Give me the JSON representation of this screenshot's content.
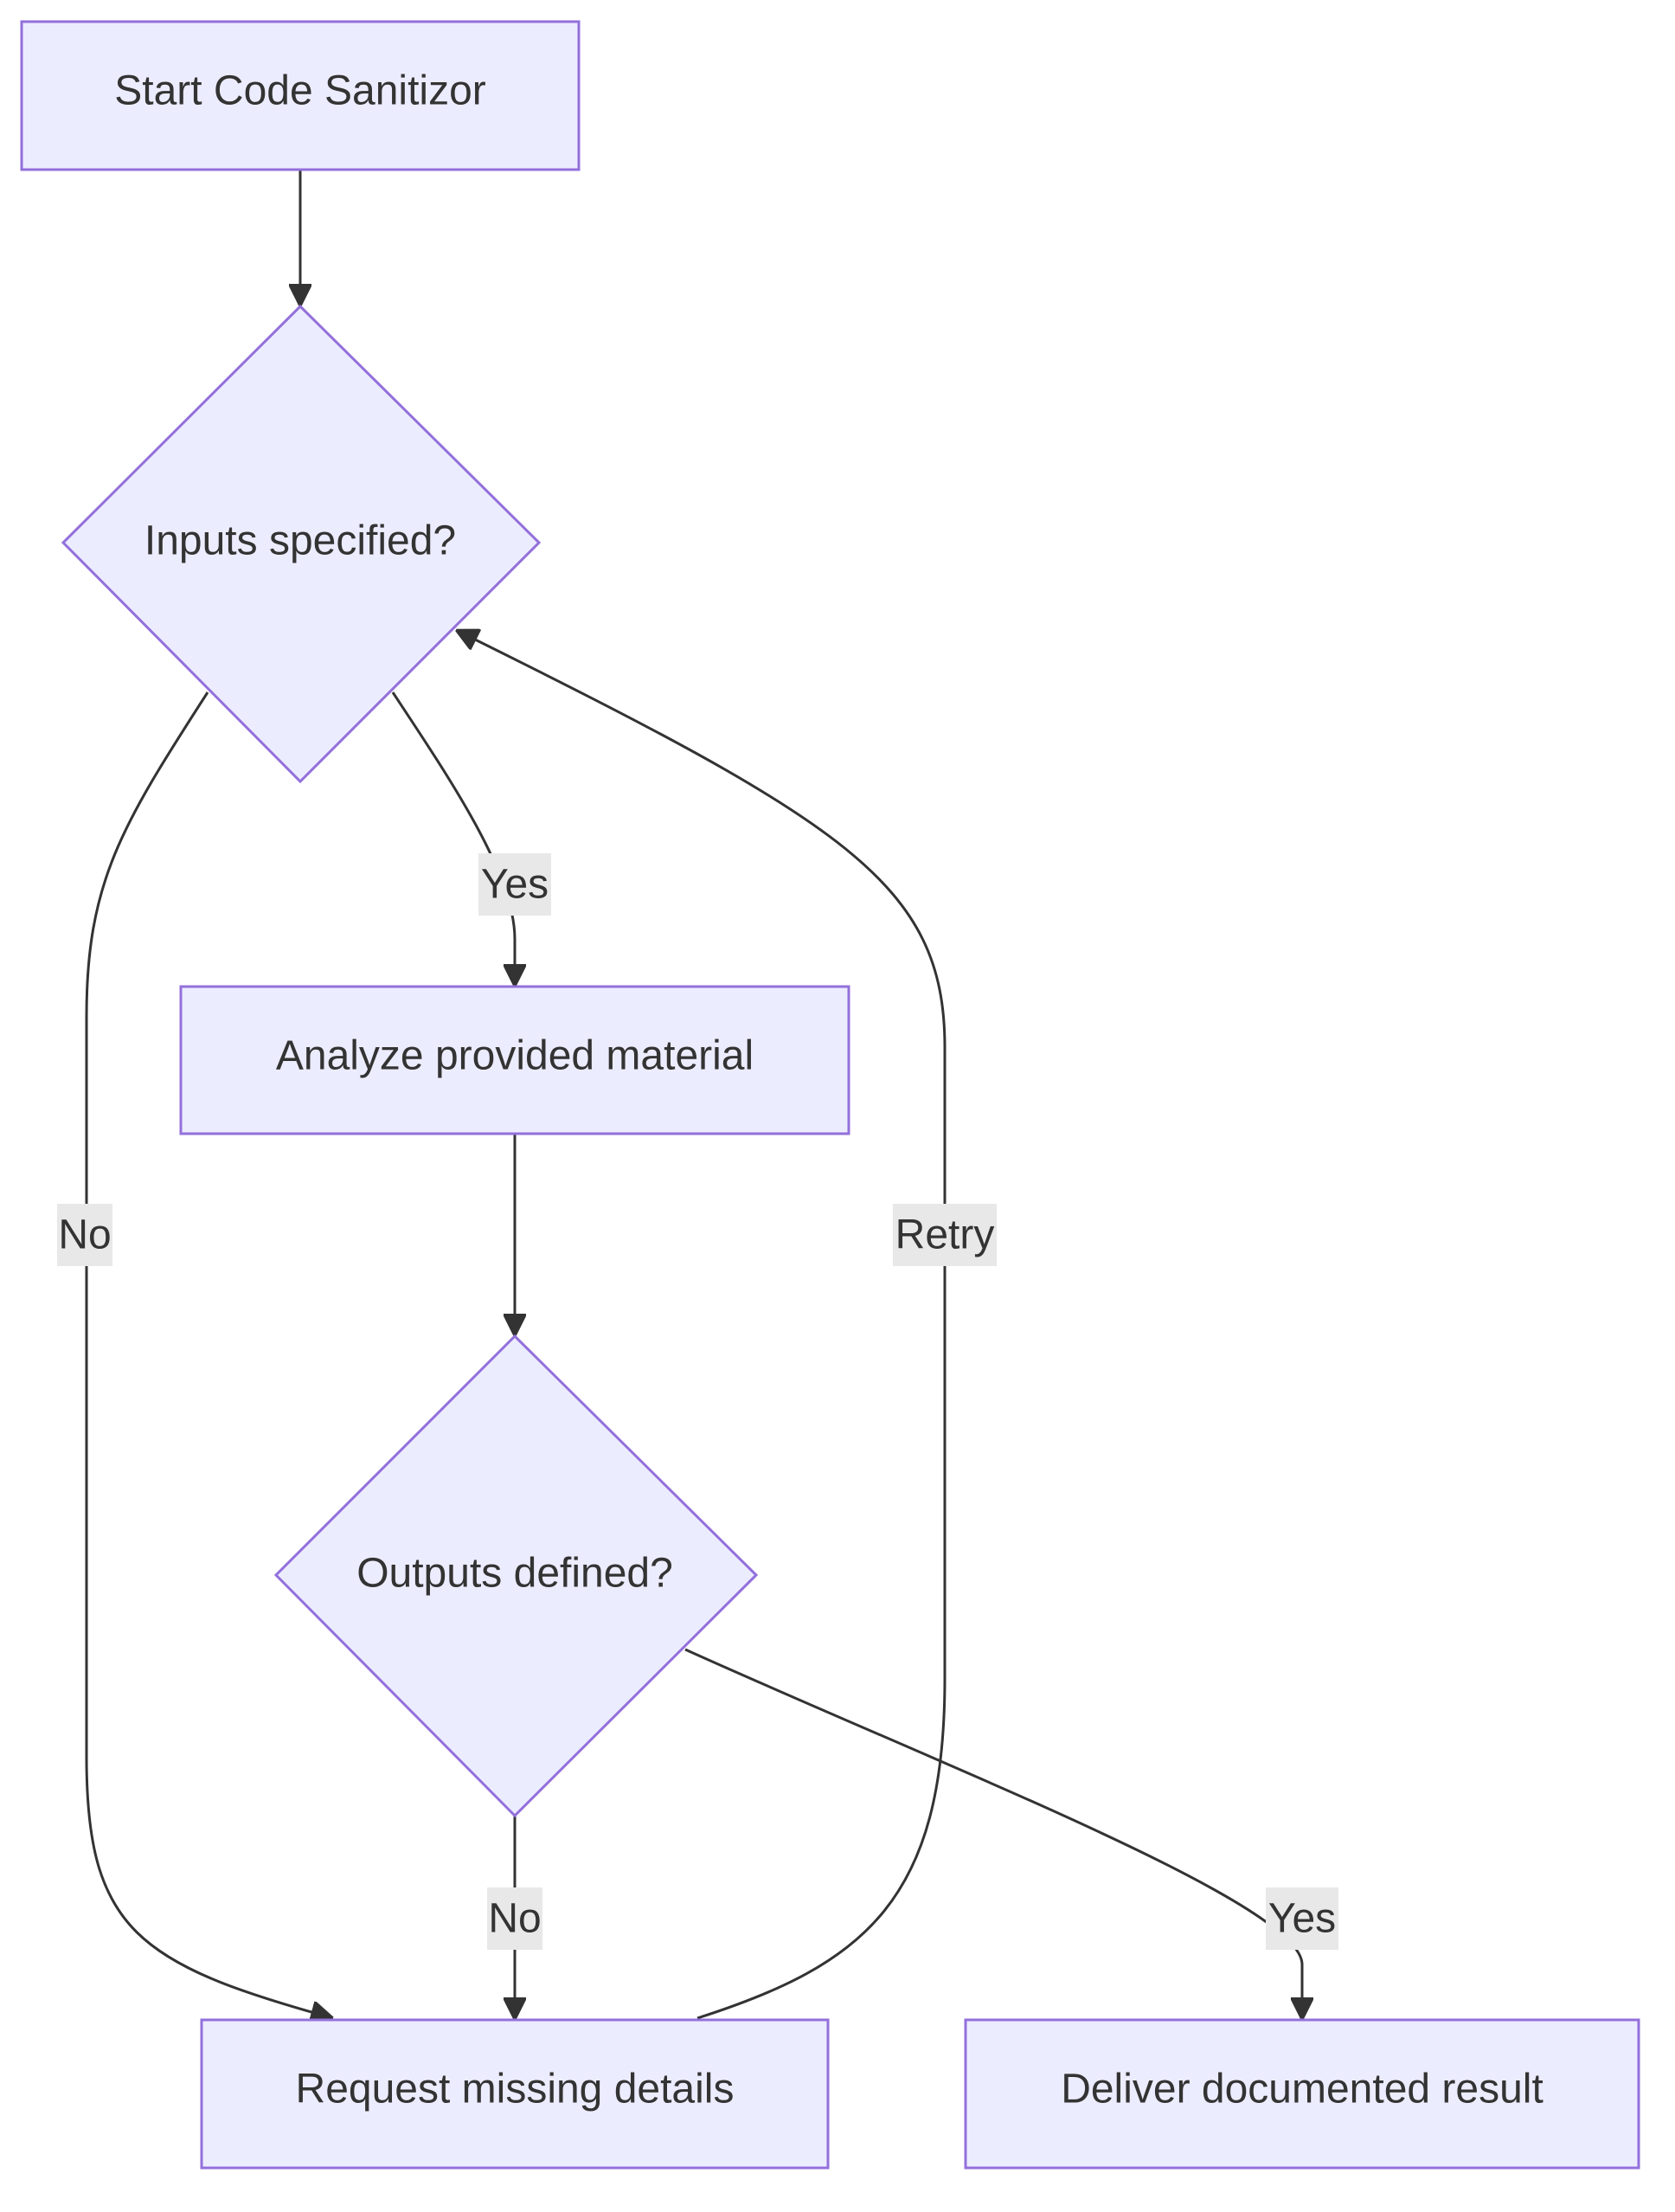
{
  "diagram": {
    "nodes": {
      "start": {
        "label": "Start Code Sanitizor",
        "shape": "rect"
      },
      "inputs": {
        "label": "Inputs specified?",
        "shape": "diamond"
      },
      "analyze": {
        "label": "Analyze provided material",
        "shape": "rect"
      },
      "outputs": {
        "label": "Outputs defined?",
        "shape": "diamond"
      },
      "request": {
        "label": "Request missing details",
        "shape": "rect"
      },
      "deliver": {
        "label": "Deliver documented result",
        "shape": "rect"
      }
    },
    "edges": {
      "start_inputs": {
        "from": "start",
        "to": "inputs",
        "label": ""
      },
      "inputs_analyze": {
        "from": "inputs",
        "to": "analyze",
        "label": "Yes"
      },
      "inputs_request": {
        "from": "inputs",
        "to": "request",
        "label": "No"
      },
      "analyze_outputs": {
        "from": "analyze",
        "to": "outputs",
        "label": ""
      },
      "outputs_request": {
        "from": "outputs",
        "to": "request",
        "label": "No"
      },
      "outputs_deliver": {
        "from": "outputs",
        "to": "deliver",
        "label": "Yes"
      },
      "request_inputs": {
        "from": "request",
        "to": "inputs",
        "label": "Retry"
      }
    },
    "colors": {
      "node_fill": "#ececff",
      "node_stroke": "#9370db",
      "edge": "#333333",
      "label_background": "#e8e8e8",
      "text": "#333333"
    }
  }
}
